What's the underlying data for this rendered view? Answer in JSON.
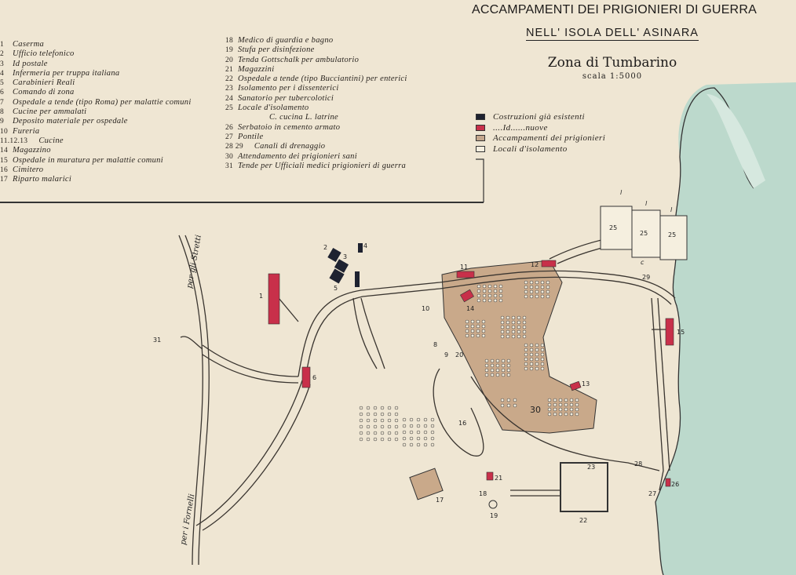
{
  "title": {
    "line1": "ACCAMPAMENTI DEI PRIGIONIERI DI GUERRA",
    "line2": "NELL' ISOLA DELL' ASINARA",
    "zone": "Zona di Tumbarino",
    "scale": "scala 1:5000"
  },
  "legend_left": [
    {
      "n": "1",
      "t": "Caserma"
    },
    {
      "n": "2",
      "t": "Ufficio telefonico"
    },
    {
      "n": "3",
      "t": "Id  postale"
    },
    {
      "n": "4",
      "t": "Infermeria per truppa italiana"
    },
    {
      "n": "5",
      "t": "Carabinieri Reali"
    },
    {
      "n": "6",
      "t": "Comando di zona"
    },
    {
      "n": "7",
      "t": "Ospedale a tende (tipo Roma) per malattie comuni"
    },
    {
      "n": "8",
      "t": "Cucine per ammalati"
    },
    {
      "n": "9",
      "t": "Deposito materiale per ospedale"
    },
    {
      "n": "10",
      "t": "Fureria"
    },
    {
      "n": "11.12.13",
      "t": "Cucine"
    },
    {
      "n": "14",
      "t": "Magazzino"
    },
    {
      "n": "15",
      "t": "Ospedale in muratura per malattie comuni"
    },
    {
      "n": "16",
      "t": "Cimitero"
    },
    {
      "n": "17",
      "t": "Riparto malarici"
    }
  ],
  "legend_right": [
    {
      "n": "18",
      "t": "Medico di guardia e bagno"
    },
    {
      "n": "19",
      "t": "Stufa per disinfezione"
    },
    {
      "n": "20",
      "t": "Tenda Gottschalk per ambulatorio"
    },
    {
      "n": "21",
      "t": "Magazzini"
    },
    {
      "n": "22",
      "t": "Ospedale a tende (tipo Bucciantini) per enterici"
    },
    {
      "n": "23",
      "t": "Isolamento per i dissenterici"
    },
    {
      "n": "24",
      "t": "Sanatorio per tubercolotici"
    },
    {
      "n": "25",
      "t": "Locale d'isolamento"
    },
    {
      "n": "",
      "t": "C. cucina  L. latrine"
    },
    {
      "n": "26",
      "t": "Serbatoio in cemento armato"
    },
    {
      "n": "27",
      "t": "Pontile"
    },
    {
      "n": "28 29",
      "t": "Canali di drenaggio"
    },
    {
      "n": "30",
      "t": "Attendamento dei prigionieri sani"
    },
    {
      "n": "31",
      "t": "Tende per Ufficiali medici prigionieri di guerra"
    }
  ],
  "key": [
    {
      "t": "Costruzioni già esistenti",
      "color": "#1e2230"
    },
    {
      "t": "....Id......nuove",
      "color": "#c8304a"
    },
    {
      "t": "Accampamenti dei prigionieri",
      "color": "#c4a68c"
    },
    {
      "t": "Locali d'isolamento",
      "color": "#f5efdf"
    }
  ],
  "map": {
    "road_labels": {
      "north": "per gli Stretti",
      "south": "per i Fornelli"
    },
    "numbers": [
      "1",
      "2",
      "3",
      "4",
      "5",
      "6",
      "8",
      "9",
      "20",
      "10",
      "11",
      "12",
      "14",
      "13",
      "15",
      "16",
      "17",
      "18",
      "21",
      "19",
      "22",
      "23",
      "25",
      "25",
      "25",
      "26",
      "27",
      "28",
      "29",
      "30",
      "31"
    ],
    "isolation_marks": [
      "l",
      "l",
      "l",
      "c"
    ]
  },
  "colors": {
    "paper": "#efe6d3",
    "sea": "#bcd9cc",
    "camp": "#c9a98a",
    "new": "#c8304a",
    "old": "#1e2230"
  }
}
